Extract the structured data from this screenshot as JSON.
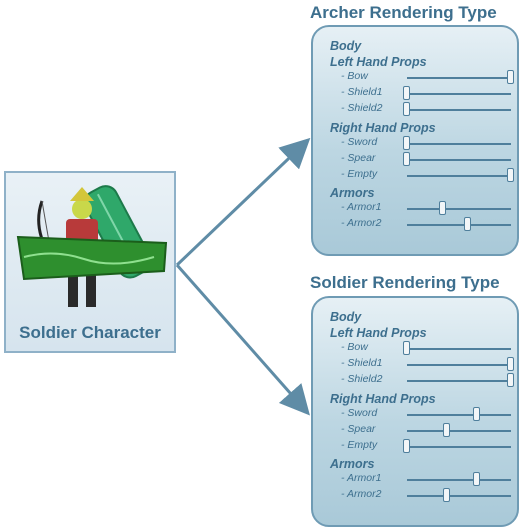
{
  "character": {
    "label": "Soldier Character"
  },
  "panels": [
    {
      "title": "Archer Rendering Type",
      "body_label": "Body",
      "groups": [
        {
          "label": "Left Hand Props",
          "items": [
            {
              "label": "- Bow",
              "value": 1.0
            },
            {
              "label": "- Shield1",
              "value": 0.0
            },
            {
              "label": "- Shield2",
              "value": 0.0
            }
          ]
        },
        {
          "label": "Right Hand Props",
          "items": [
            {
              "label": "- Sword",
              "value": 0.0
            },
            {
              "label": "- Spear",
              "value": 0.0
            },
            {
              "label": "- Empty",
              "value": 1.0
            }
          ]
        },
        {
          "label": "Armors",
          "items": [
            {
              "label": "- Armor1",
              "value": 0.35
            },
            {
              "label": "- Armor2",
              "value": 0.59
            }
          ]
        }
      ]
    },
    {
      "title": "Soldier Rendering Type",
      "body_label": "Body",
      "groups": [
        {
          "label": "Left Hand Props",
          "items": [
            {
              "label": "- Bow",
              "value": 0.0
            },
            {
              "label": "- Shield1",
              "value": 1.0
            },
            {
              "label": "- Shield2",
              "value": 1.0
            }
          ]
        },
        {
          "label": "Right Hand Props",
          "items": [
            {
              "label": "- Sword",
              "value": 0.67
            },
            {
              "label": "- Spear",
              "value": 0.38
            },
            {
              "label": "- Empty",
              "value": 0.0
            }
          ]
        },
        {
          "label": "Armors",
          "items": [
            {
              "label": "- Armor1",
              "value": 0.67
            },
            {
              "label": "- Armor2",
              "value": 0.38
            }
          ]
        }
      ]
    }
  ],
  "colors": {
    "accent": "#3d6f8e",
    "panel_border": "#6f9bb4",
    "arrow": "#5f8ca6",
    "shield_green": "#2fa86a",
    "banner_green": "#2e8f2e"
  },
  "icons": {
    "character_figure": "soldier-3d-model"
  }
}
